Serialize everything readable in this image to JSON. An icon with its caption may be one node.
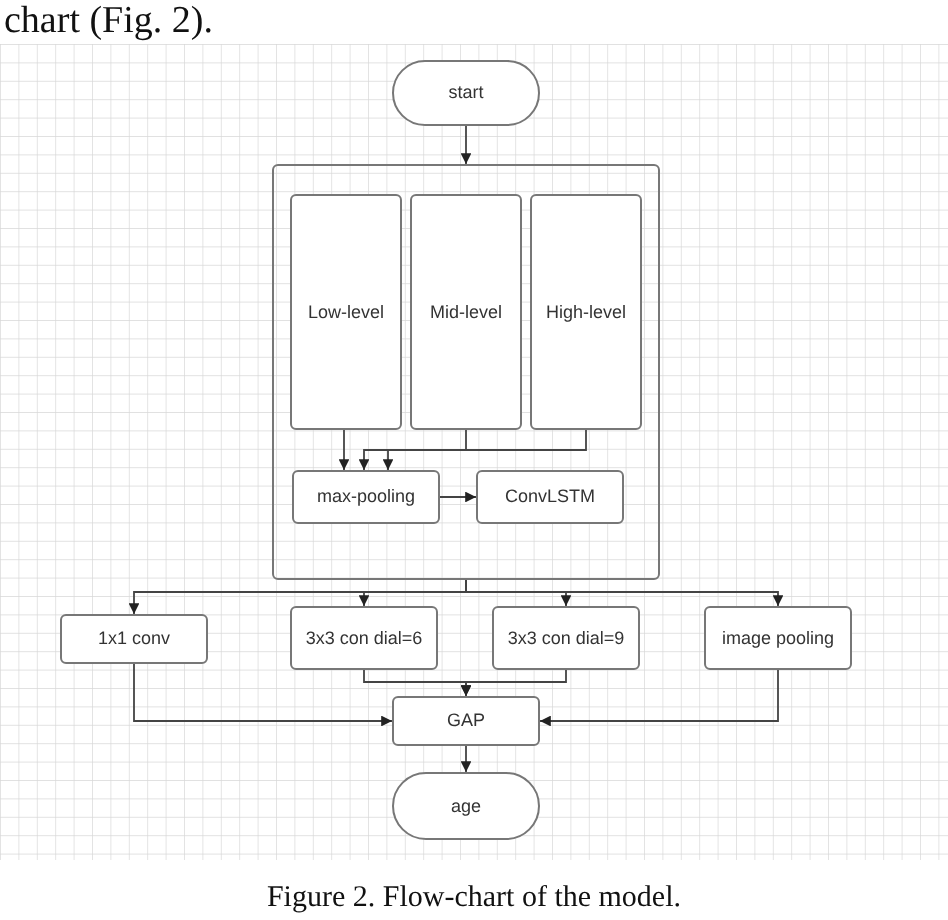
{
  "diagram": {
    "caption": "Figure 2. Flow-chart of the model.",
    "nodes": [
      {
        "text": [
          "start"
        ]
      },
      {
        "text": [],
        "shape": "box"
      },
      {
        "text": [
          "Low-level"
        ],
        "in": 1
      },
      {
        "text": [
          "Mid-level"
        ],
        "in": 1
      },
      {
        "text": [
          "High-level"
        ],
        "in": 1
      },
      {
        "text": [
          "max-pooling"
        ],
        "in": 1
      },
      {
        "text": [
          "ConvLSTM"
        ],
        "in": 1
      },
      {
        "text": [
          "1x1 conv"
        ]
      },
      {
        "text": [
          "3x3 con dial=6"
        ]
      },
      {
        "text": [
          "3x3 con dial=9"
        ]
      },
      {
        "text": [
          "image pooling"
        ]
      },
      {
        "text": [
          "GAP"
        ]
      },
      {
        "text": [
          "age"
        ]
      }
    ],
    "edges": [
      {
        "from": 0,
        "to": 1,
        "arrow": "to"
      },
      {
        "from": 2,
        "to": 5,
        "arrow": "to"
      },
      {
        "from": 3,
        "to": 5,
        "arrow": "to"
      },
      {
        "from": 4,
        "to": 5,
        "arrow": "to"
      },
      {
        "from": 5,
        "to": 6,
        "arrow": "to"
      },
      {
        "from": 1,
        "to": 7,
        "arrow": "to"
      },
      {
        "from": 1,
        "to": 8,
        "arrow": "to"
      },
      {
        "from": 1,
        "to": 9,
        "arrow": "to"
      },
      {
        "from": 1,
        "to": 10,
        "arrow": "to"
      },
      {
        "from": 7,
        "to": 11,
        "arrow": "to"
      },
      {
        "from": 8,
        "to": 11,
        "arrow": "to"
      },
      {
        "from": 9,
        "to": 11,
        "arrow": "to"
      },
      {
        "from": 10,
        "to": 11,
        "arrow": "to"
      },
      {
        "from": 11,
        "to": 12,
        "arrow": "to"
      }
    ],
    "labels": [
      "chart (Fig. 2)."
    ]
  }
}
